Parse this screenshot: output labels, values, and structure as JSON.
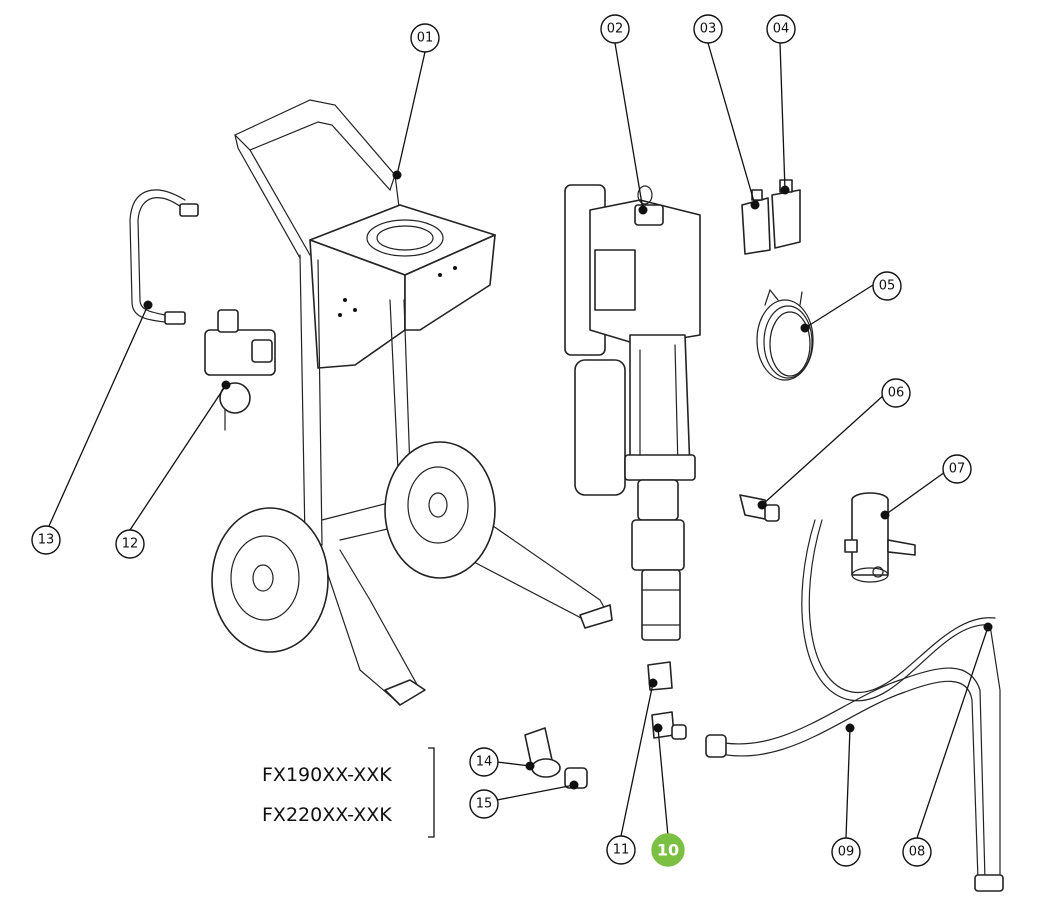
{
  "callouts": [
    {
      "id": "01",
      "label": "01",
      "highlighted": false
    },
    {
      "id": "02",
      "label": "02",
      "highlighted": false
    },
    {
      "id": "03",
      "label": "03",
      "highlighted": false
    },
    {
      "id": "04",
      "label": "04",
      "highlighted": false
    },
    {
      "id": "05",
      "label": "05",
      "highlighted": false
    },
    {
      "id": "06",
      "label": "06",
      "highlighted": false
    },
    {
      "id": "07",
      "label": "07",
      "highlighted": false
    },
    {
      "id": "08",
      "label": "08",
      "highlighted": false
    },
    {
      "id": "09",
      "label": "09",
      "highlighted": false
    },
    {
      "id": "10",
      "label": "10",
      "highlighted": true
    },
    {
      "id": "11",
      "label": "11",
      "highlighted": false
    },
    {
      "id": "12",
      "label": "12",
      "highlighted": false
    },
    {
      "id": "13",
      "label": "13",
      "highlighted": false
    },
    {
      "id": "14",
      "label": "14",
      "highlighted": false
    },
    {
      "id": "15",
      "label": "15",
      "highlighted": false
    }
  ],
  "models": {
    "model_a": "FX190XX-XXK",
    "model_b": "FX220XX-XXK"
  },
  "colors": {
    "highlight": "#7cc043",
    "line": "#222222"
  }
}
